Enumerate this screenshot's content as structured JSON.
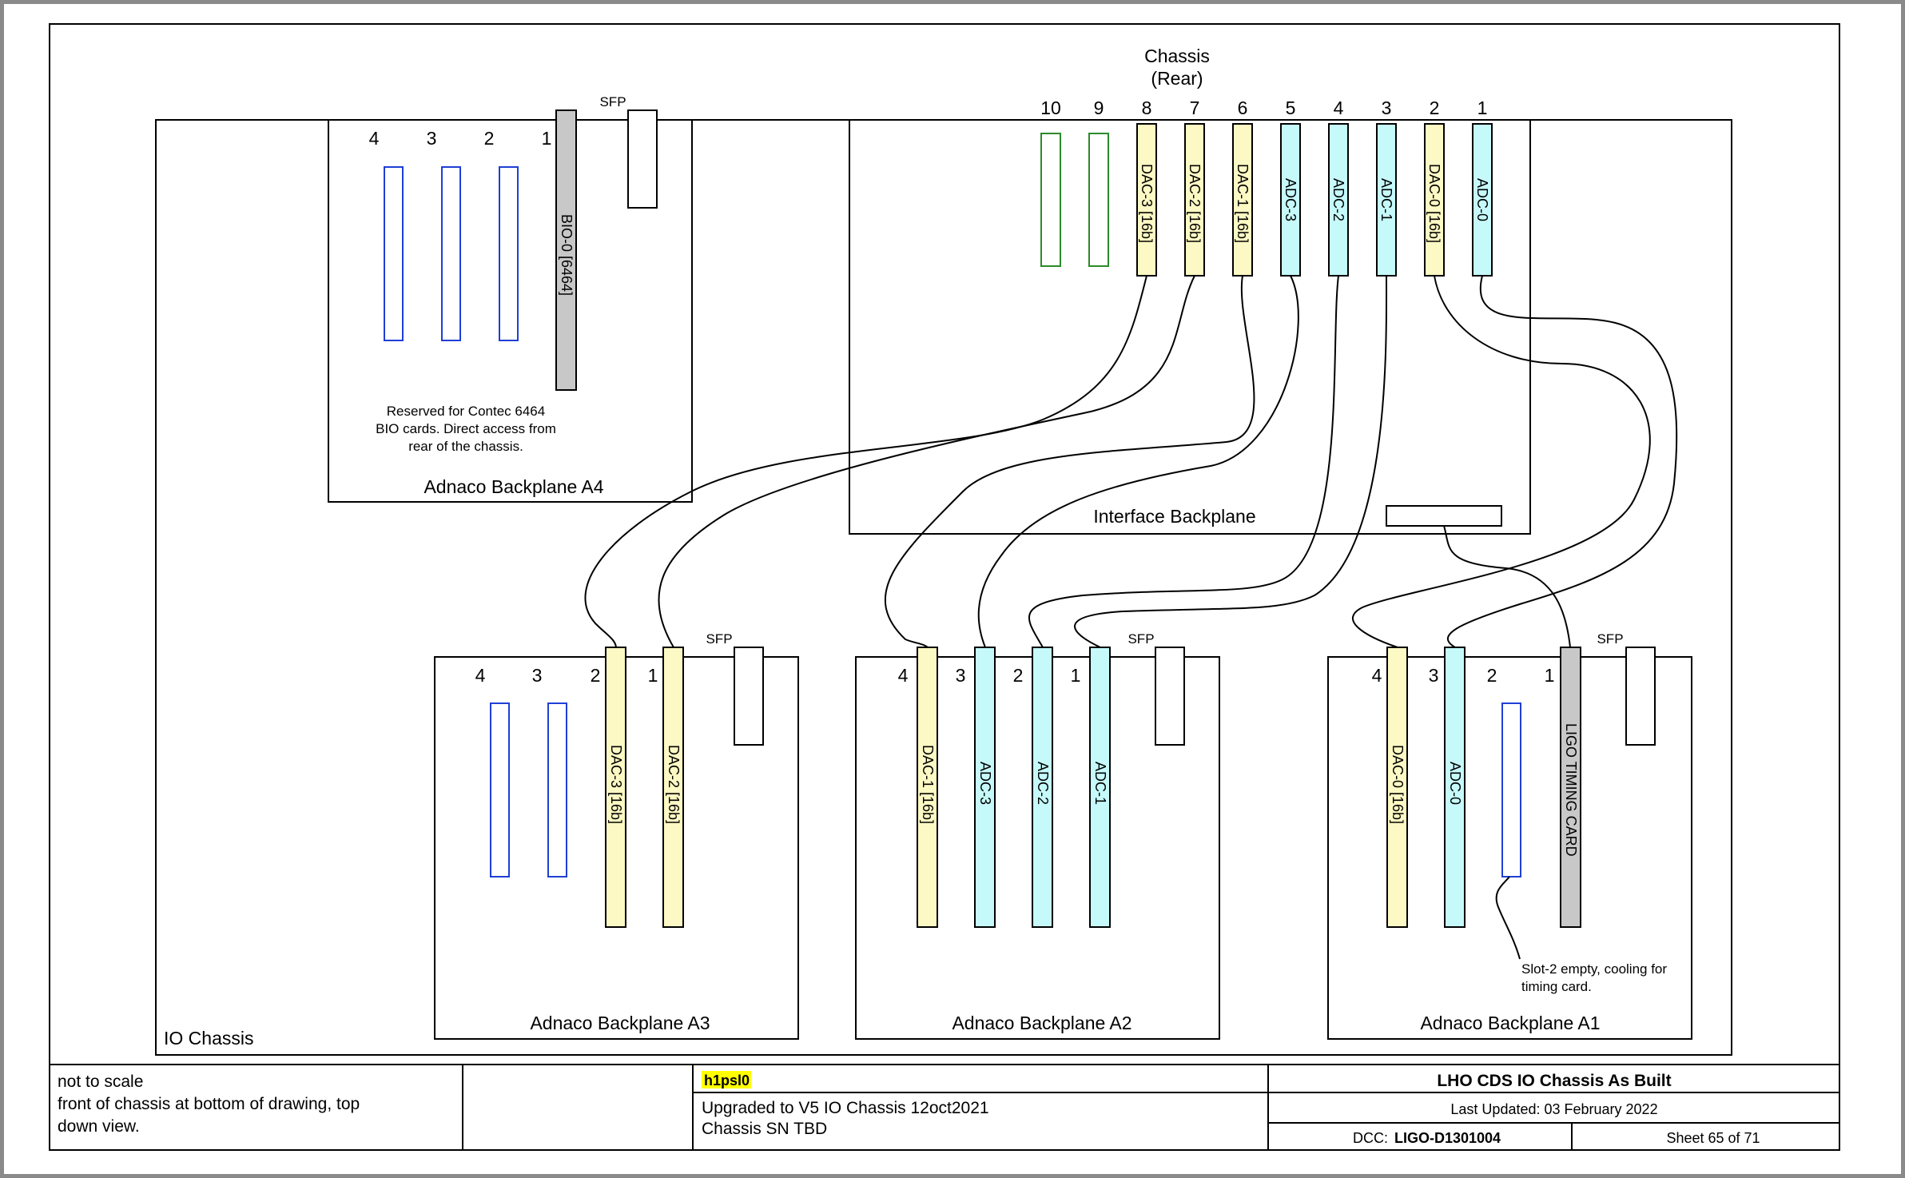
{
  "chassis_rear": {
    "line1": "Chassis",
    "line2": "(Rear)"
  },
  "interface_backplane": {
    "label": "Interface Backplane",
    "slot_numbers": [
      "10",
      "9",
      "8",
      "7",
      "6",
      "5",
      "4",
      "3",
      "2",
      "1"
    ],
    "cards": [
      "DAC-3 [16b]",
      "DAC-2 [16b]",
      "DAC-1 [16b]",
      "ADC-3",
      "ADC-2",
      "ADC-1",
      "DAC-0 [16b]",
      "ADC-0"
    ]
  },
  "a4": {
    "label": "Adnaco Backplane A4",
    "slot_numbers": [
      "4",
      "3",
      "2",
      "1"
    ],
    "sfp": "SFP",
    "card": "BIO-0 [6464]",
    "note": [
      "Reserved for Contec 6464",
      "BIO cards. Direct access from",
      "rear of the chassis."
    ]
  },
  "a3": {
    "label": "Adnaco Backplane A3",
    "slot_numbers": [
      "4",
      "3",
      "2",
      "1"
    ],
    "sfp": "SFP",
    "cards": [
      "DAC-3 [16b]",
      "DAC-2 [16b]"
    ]
  },
  "a2": {
    "label": "Adnaco Backplane A2",
    "slot_numbers": [
      "4",
      "3",
      "2",
      "1"
    ],
    "sfp": "SFP",
    "cards": [
      "DAC-1 [16b]",
      "ADC-3",
      "ADC-2",
      "ADC-1"
    ]
  },
  "a1": {
    "label": "Adnaco Backplane A1",
    "slot_numbers": [
      "4",
      "3",
      "2",
      "1"
    ],
    "sfp": "SFP",
    "cards": [
      "DAC-0 [16b]",
      "ADC-0",
      "LIGO TIMING CARD"
    ],
    "note": [
      "Slot-2 empty, cooling for",
      "timing card."
    ]
  },
  "io_chassis": "IO Chassis",
  "title_block": {
    "notes": [
      "not to scale",
      "front of chassis at bottom of drawing, top",
      "down view."
    ],
    "host": "h1psl0",
    "upgrade": [
      "Upgraded to V5 IO Chassis 12oct2021",
      "Chassis SN TBD"
    ],
    "title": "LHO CDS IO Chassis As Built",
    "updated": "Last Updated: 03 February 2022",
    "dcc_label": "DCC: ",
    "dcc_value": "LIGO-D1301004",
    "sheet": "Sheet 65 of 71"
  },
  "colors": {
    "dac": "#fdf9c4",
    "adc": "#c6fafa",
    "gray": "#c8c8c8",
    "blue": "#1f3fd6",
    "green": "#2a8a2a",
    "highlight": "#ffff00"
  }
}
